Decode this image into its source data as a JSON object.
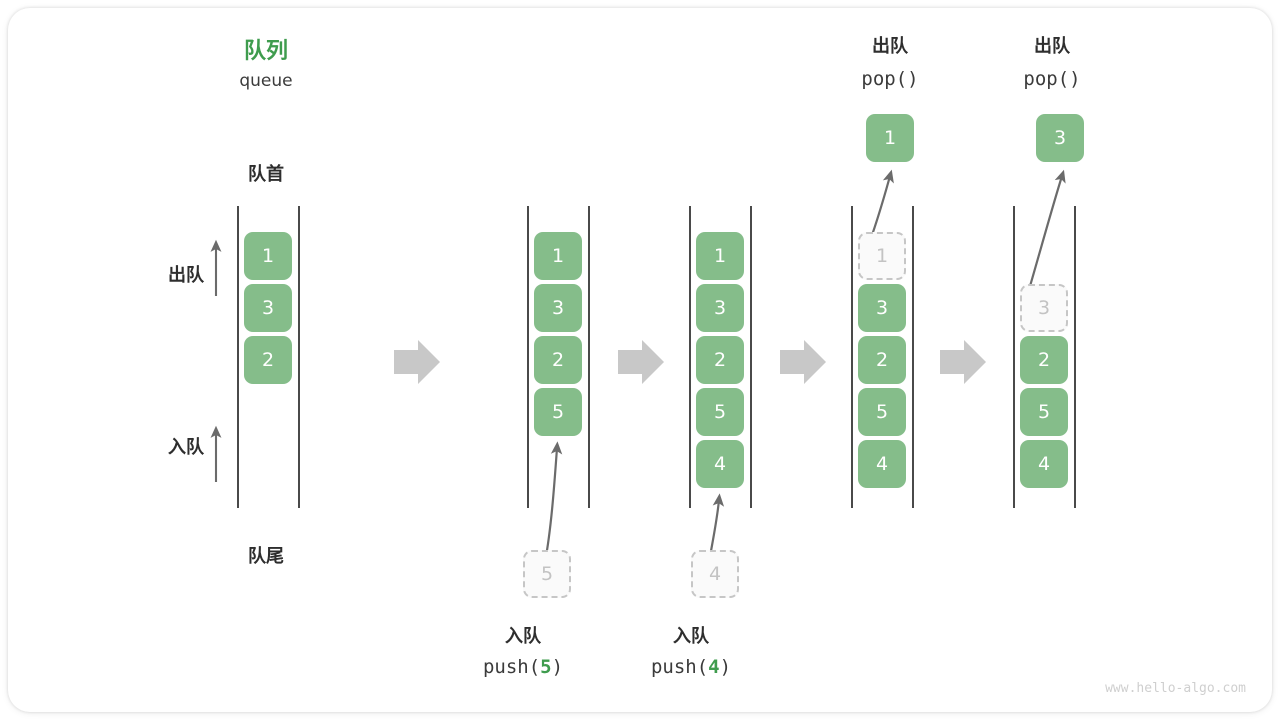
{
  "diagram": {
    "title_cn": "队列",
    "title_en": "queue",
    "front_label": "队首",
    "rear_label": "队尾",
    "dequeue_label": "出队",
    "enqueue_label": "入队",
    "watermark": "www.hello-algo.com",
    "colors": {
      "accent_green": "#3f9c4e",
      "cell_green": "#85bd8a",
      "ghost_border": "#c6c6c6",
      "ghost_fill": "#fafafa",
      "rail": "#4a4a4a",
      "step_arrow": "#c8c8c8",
      "text": "#2e2e2e",
      "watermark": "#cfcfcf"
    }
  },
  "columns": [
    {
      "id": "initial",
      "cells": [
        {
          "value": "1",
          "state": "filled"
        },
        {
          "value": "3",
          "state": "filled"
        },
        {
          "value": "2",
          "state": "filled"
        }
      ],
      "caption_cn": "",
      "caption_code": "",
      "caption_arg": "",
      "incoming": null,
      "popped": null
    },
    {
      "id": "push-5",
      "cells": [
        {
          "value": "1",
          "state": "filled"
        },
        {
          "value": "3",
          "state": "filled"
        },
        {
          "value": "2",
          "state": "filled"
        },
        {
          "value": "5",
          "state": "filled"
        }
      ],
      "caption_cn": "入队",
      "caption_code_prefix": "push(",
      "caption_arg": "5",
      "caption_code_suffix": ")",
      "incoming": {
        "value": "5",
        "state": "ghost"
      },
      "popped": null
    },
    {
      "id": "push-4",
      "cells": [
        {
          "value": "1",
          "state": "filled"
        },
        {
          "value": "3",
          "state": "filled"
        },
        {
          "value": "2",
          "state": "filled"
        },
        {
          "value": "5",
          "state": "filled"
        },
        {
          "value": "4",
          "state": "filled"
        }
      ],
      "caption_cn": "入队",
      "caption_code_prefix": "push(",
      "caption_arg": "4",
      "caption_code_suffix": ")",
      "incoming": {
        "value": "4",
        "state": "ghost"
      },
      "popped": null
    },
    {
      "id": "pop-1",
      "cells": [
        {
          "value": "1",
          "state": "ghost"
        },
        {
          "value": "3",
          "state": "filled"
        },
        {
          "value": "2",
          "state": "filled"
        },
        {
          "value": "5",
          "state": "filled"
        },
        {
          "value": "4",
          "state": "filled"
        }
      ],
      "header_cn": "出队",
      "header_code": "pop()",
      "popped": {
        "value": "1",
        "state": "filled"
      }
    },
    {
      "id": "pop-3",
      "cells": [
        {
          "value": "",
          "state": "empty"
        },
        {
          "value": "3",
          "state": "ghost"
        },
        {
          "value": "2",
          "state": "filled"
        },
        {
          "value": "5",
          "state": "filled"
        },
        {
          "value": "4",
          "state": "filled"
        }
      ],
      "header_cn": "出队",
      "header_code": "pop()",
      "popped": {
        "value": "3",
        "state": "filled"
      }
    }
  ]
}
